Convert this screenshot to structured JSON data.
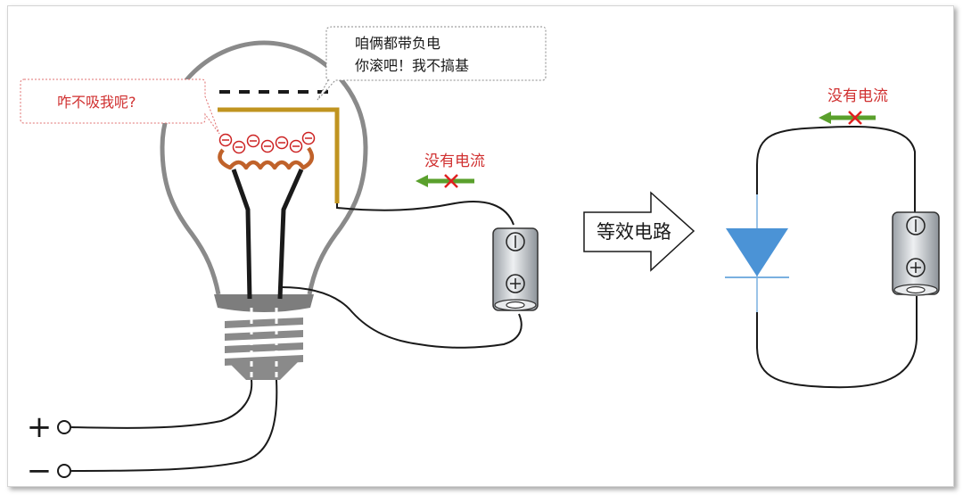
{
  "colors": {
    "bulb_outline": "#8a8a8a",
    "filament": "#c0622a",
    "plate": "#c09420",
    "electron": "#cc2222",
    "bubble_red_text": "#d03030",
    "bubble_red_border": "#e07070",
    "arrow_green": "#5aa02c",
    "cross_red": "#e02020",
    "diode_fill": "#4b93d6",
    "diode_line": "#7ab0e0",
    "battery_body": "#c8ccd0",
    "wire": "#1a1a1a"
  },
  "icons": {
    "electron": "minus-in-circle",
    "no_current": "green-arrow-left-with-red-x",
    "battery_negative": "minus-in-circle",
    "battery_positive": "plus-in-circle"
  },
  "bubble_top": {
    "line1": "咱俩都带负电",
    "line2": "你滚吧！我不搞基"
  },
  "bubble_left": {
    "text": "咋不吸我呢?"
  },
  "left_current_label": "没有电流",
  "right_current_label": "没有电流",
  "equiv_label": "等效电路",
  "terminals": {
    "plus": "+",
    "minus": "−"
  }
}
